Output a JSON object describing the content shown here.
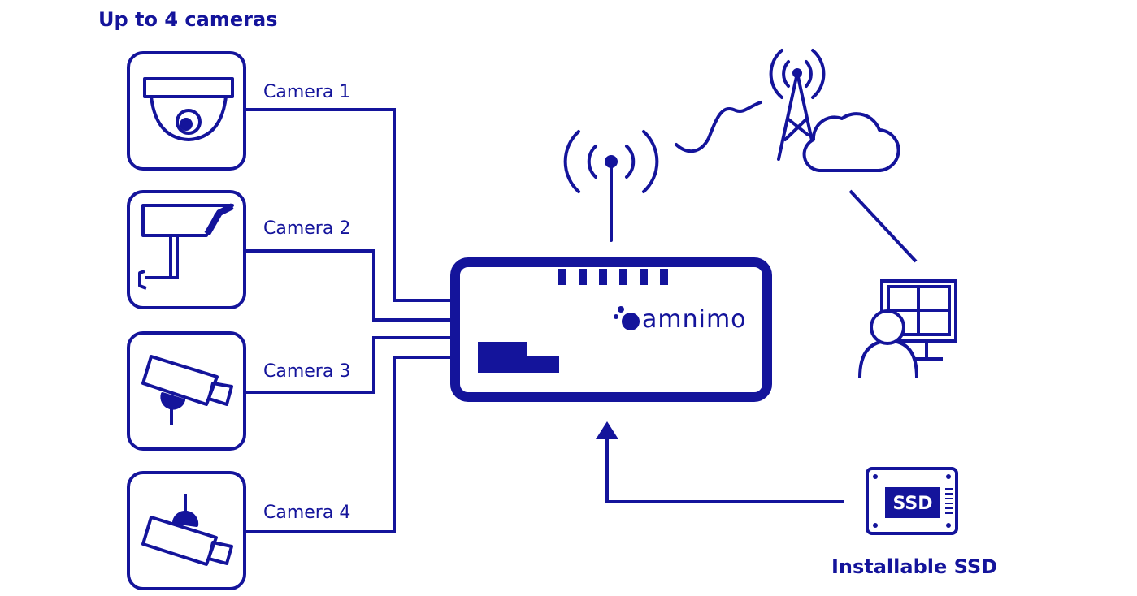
{
  "header": {
    "title": "Up to 4 cameras"
  },
  "cameras": [
    {
      "label": "Camera 1",
      "icon": "dome-camera-icon"
    },
    {
      "label": "Camera 2",
      "icon": "bullet-camera-icon"
    },
    {
      "label": "Camera 3",
      "icon": "box-camera-icon"
    },
    {
      "label": "Camera 4",
      "icon": "ceiling-camera-icon"
    }
  ],
  "device": {
    "brand": "amnimo"
  },
  "storage": {
    "chip_text": "SSD",
    "caption": "Installable SSD"
  },
  "colors": {
    "primary": "#14149b",
    "background": "#ffffff"
  }
}
